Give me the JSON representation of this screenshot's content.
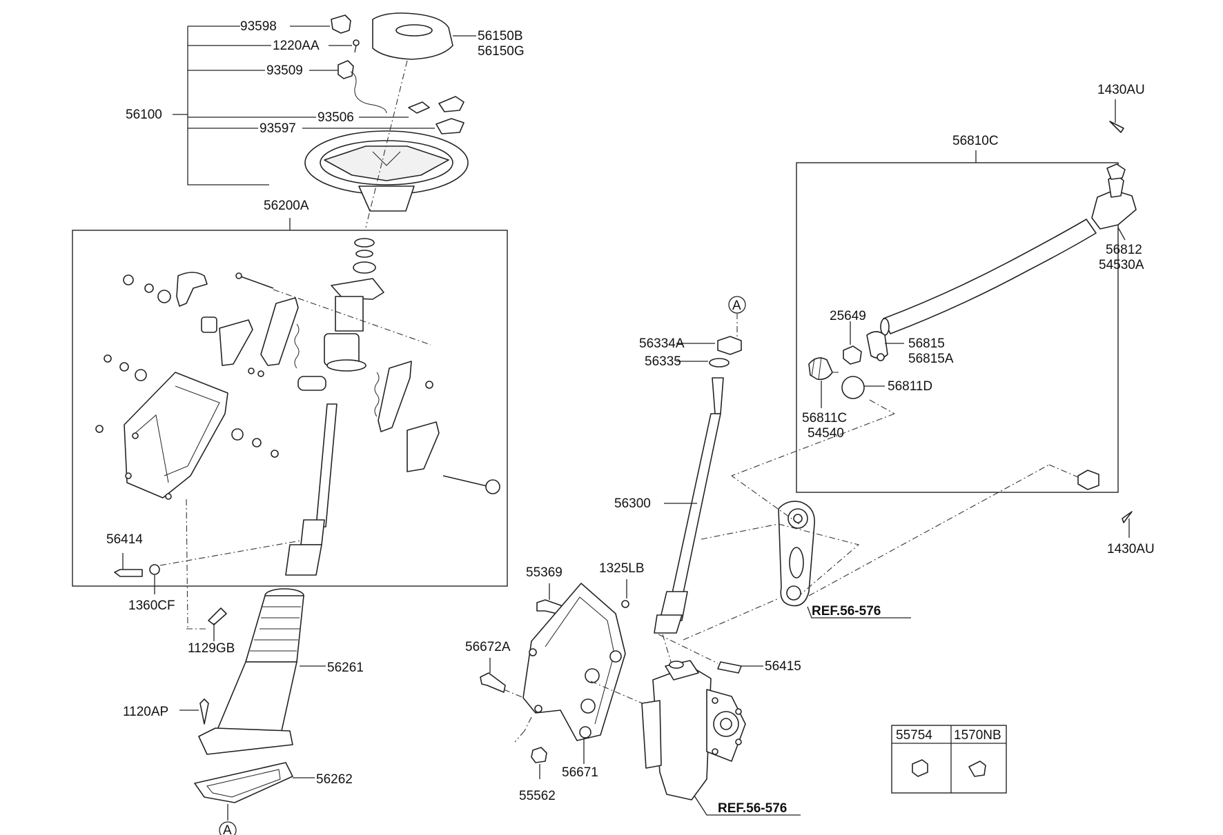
{
  "diagram": {
    "labels": {
      "p93598": "93598",
      "p1220AA": "1220AA",
      "p93509": "93509",
      "p56100": "56100",
      "p93506": "93506",
      "p93597": "93597",
      "p56150B": "56150B",
      "p56150G": "56150G",
      "p56200A": "56200A",
      "p56414": "56414",
      "p1360CF": "1360CF",
      "p1129GB": "1129GB",
      "p56261": "56261",
      "p1120AP": "1120AP",
      "p56262": "56262",
      "circleA_bottom": "A",
      "circleA_top": "A",
      "p56334A": "56334A",
      "p56335": "56335",
      "p56300": "56300",
      "p1325LB": "1325LB",
      "p55369": "55369",
      "p56672A": "56672A",
      "p56415": "56415",
      "p56671": "56671",
      "p55562": "55562",
      "ref_gear": "REF.56-576",
      "ref_arm": "REF.56-576",
      "p1430AU_top": "1430AU",
      "p56810C": "56810C",
      "p56812": "56812",
      "p54530A": "54530A",
      "p25649": "25649",
      "p56815": "56815",
      "p56815A": "56815A",
      "p56811D": "56811D",
      "p56811C": "56811C",
      "p54540": "54540",
      "p1430AU_bottom": "1430AU"
    },
    "legend_table": {
      "col1": "55754",
      "col2": "1570NB"
    }
  }
}
